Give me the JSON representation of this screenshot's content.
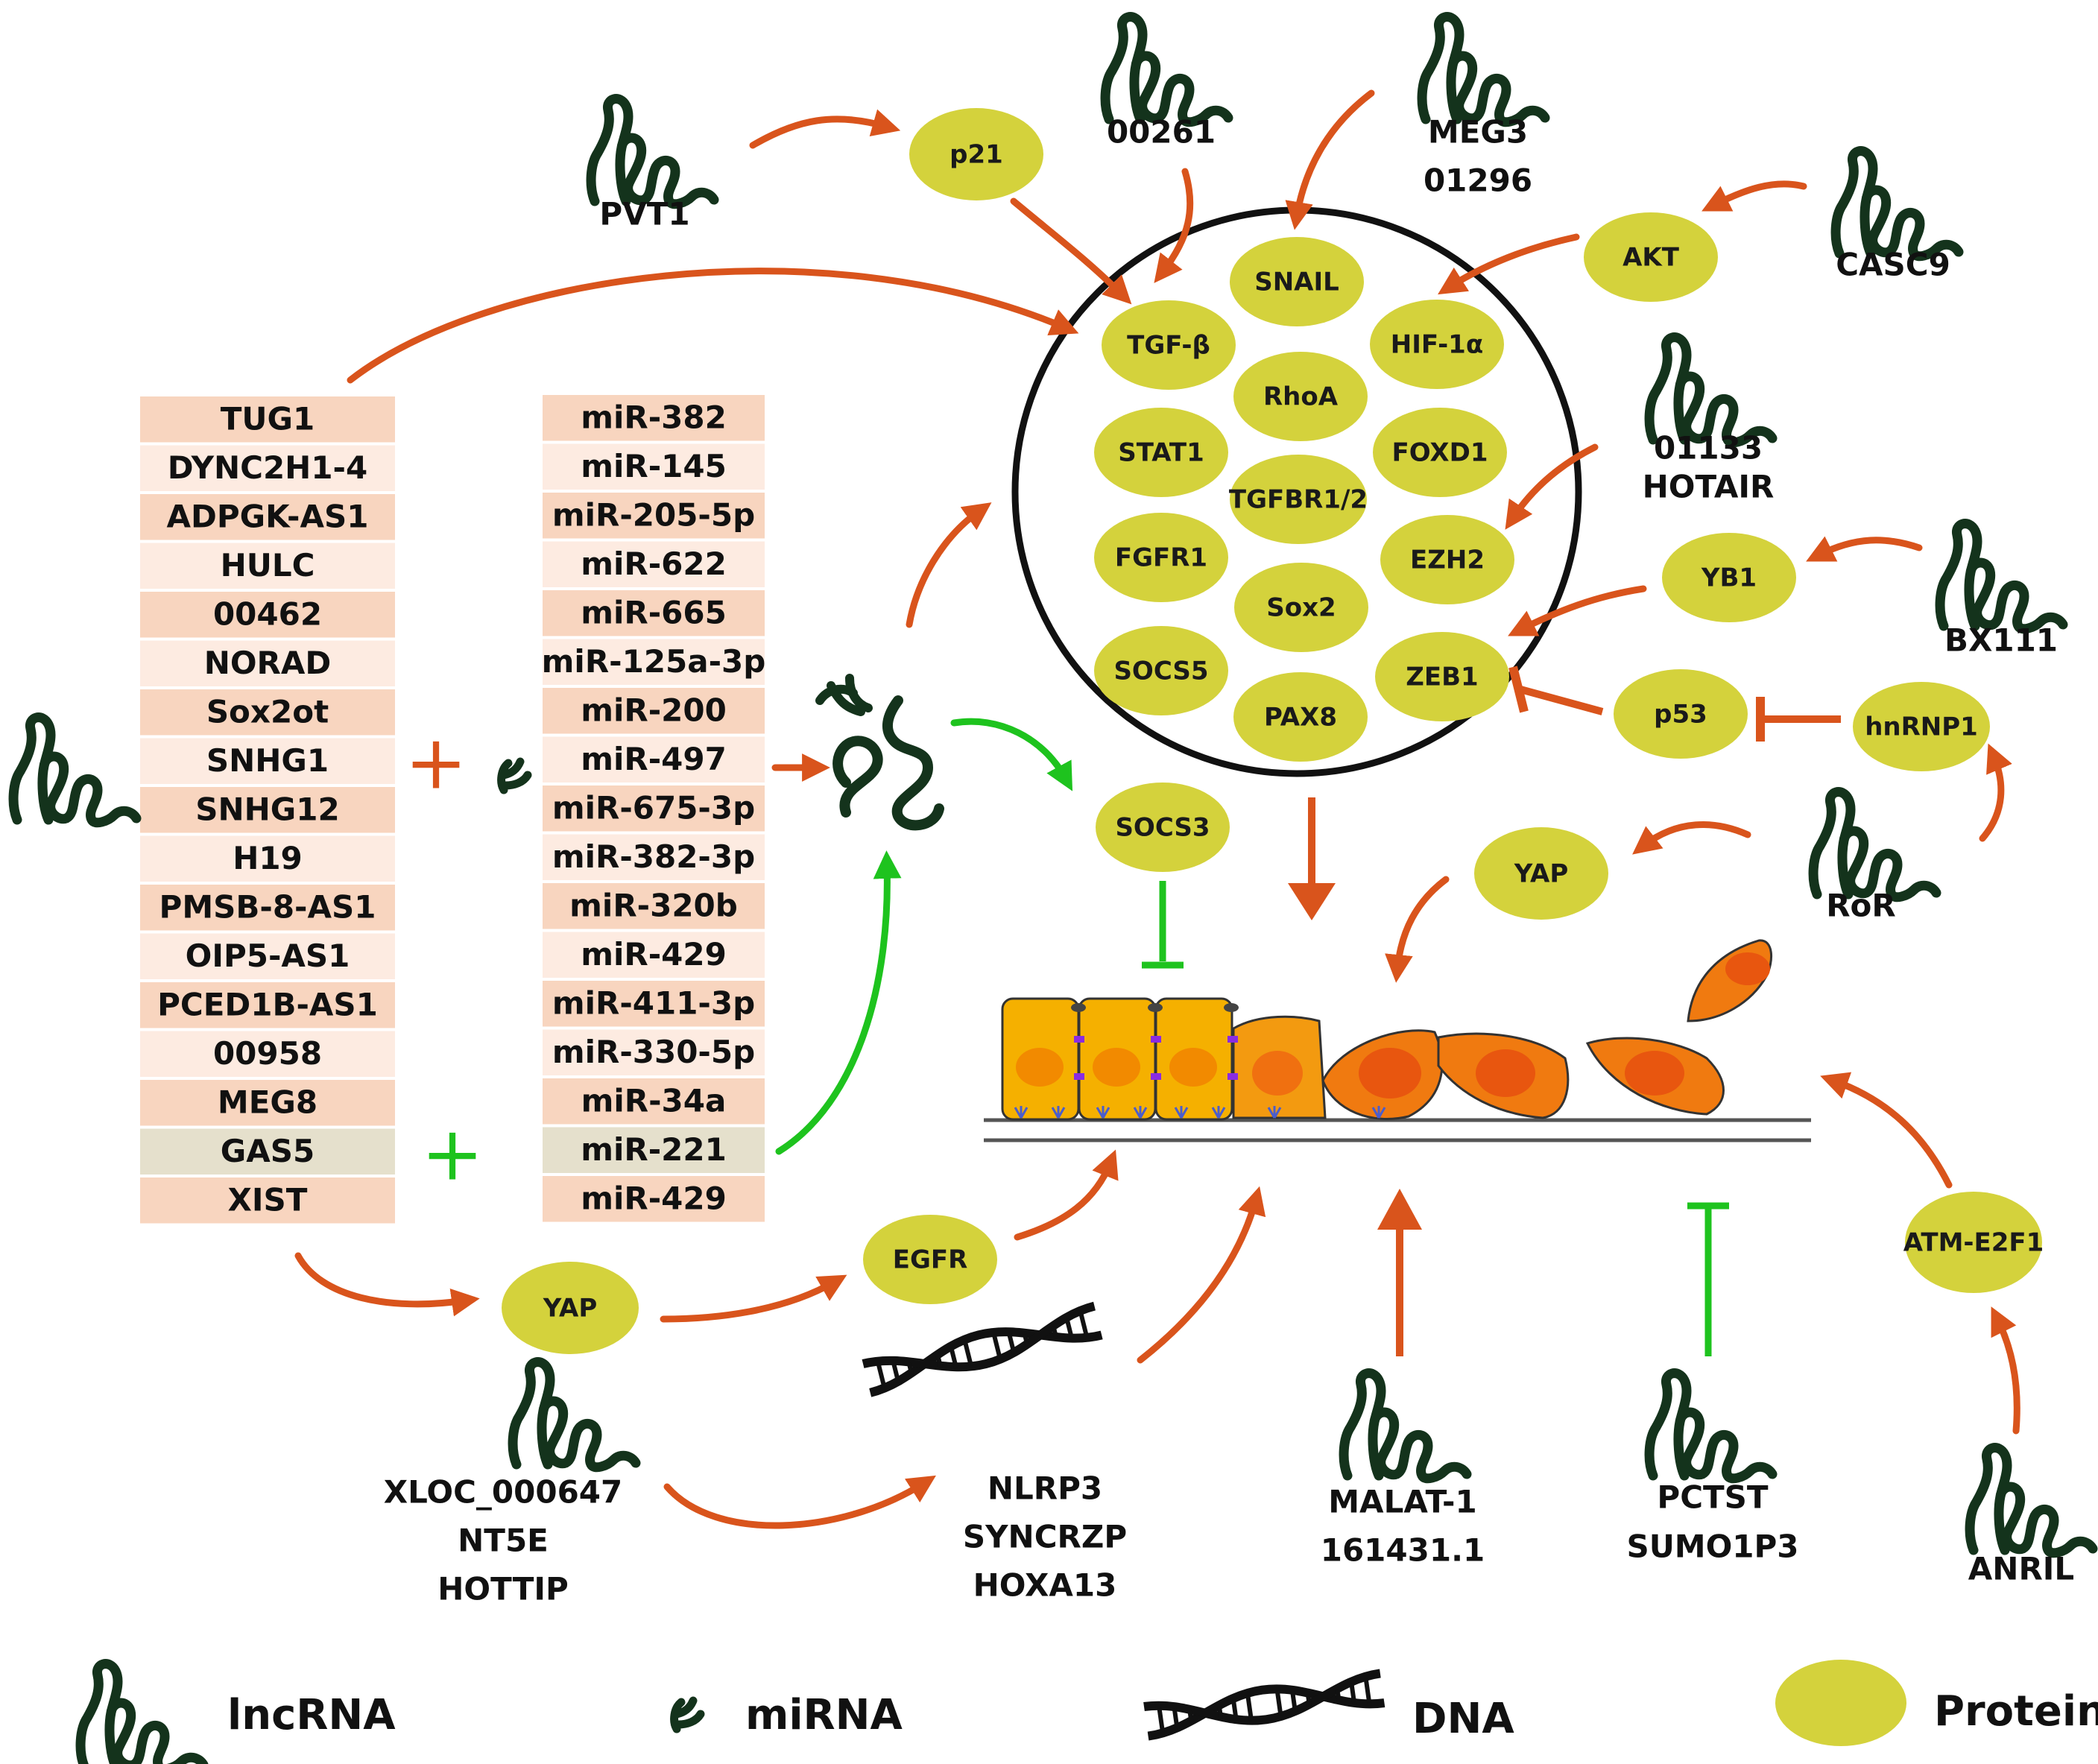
{
  "colors": {
    "protein": "#d4d23c",
    "activation": "#d9541c",
    "green": "#1ec31e",
    "lncrna_icon": "#14331c",
    "table_dark": "#f8d5bf",
    "table_light": "#fdebe1",
    "table_special": "#e5e0cc",
    "cell_yellow": "#f5b000",
    "cell_orange": "#f07a10"
  },
  "lncrna_table": [
    "TUG1",
    "DYNC2H1-4",
    "ADPGK-AS1",
    "HULC",
    "00462",
    "NORAD",
    "Sox2ot",
    "SNHG1",
    "SNHG12",
    "H19",
    "PMSB-8-AS1",
    "OIP5-AS1",
    "PCED1B-AS1",
    "00958",
    "MEG8",
    "GAS5",
    "XIST"
  ],
  "mirna_table": [
    "miR-382",
    "miR-145",
    "miR-205-5p",
    "miR-622",
    "miR-665",
    "miR-125a-3p",
    "miR-200",
    "miR-497",
    "miR-675-3p",
    "miR-382-3p",
    "miR-320b",
    "miR-429",
    "miR-411-3p",
    "miR-330-5p",
    "miR-34a",
    "miR-221",
    "miR-429"
  ],
  "symbols": {
    "plus": "+"
  },
  "circle_proteins": [
    "SNAIL",
    "TGF-β",
    "HIF-1α",
    "RhoA",
    "STAT1",
    "FOXD1",
    "TGFBR1/2",
    "FGFR1",
    "EZH2",
    "Sox2",
    "SOCS5",
    "ZEB1",
    "PAX8"
  ],
  "outer_proteins": {
    "p21": "p21",
    "akt": "AKT",
    "yb1": "YB1",
    "p53": "p53",
    "hnrnp1": "hnRNP1",
    "yap_right": "YAP",
    "socs3": "SOCS3",
    "atm": "ATM-E2F1",
    "egfr": "EGFR",
    "yap_left": "YAP"
  },
  "lncrna_labels": {
    "pvt1": [
      "PVT1"
    ],
    "top_00261": [
      "00261"
    ],
    "meg3": [
      "MEG3",
      "01296"
    ],
    "casc9": [
      "CASC9"
    ],
    "hotair": [
      "01133",
      "HOTAIR"
    ],
    "bx111": [
      "BX111"
    ],
    "ror": [
      "RoR"
    ],
    "xloc": [
      "XLOC_000647",
      "NT5E",
      "HOTTIP"
    ],
    "nlrp3": [
      "NLRP3",
      "SYNCRZP",
      "HOXA13"
    ],
    "malat": [
      "MALAT-1",
      "161431.1"
    ],
    "pctst": [
      "PCTST",
      "SUMO1P3"
    ],
    "anril": [
      "ANRIL"
    ]
  },
  "legend": {
    "lncrna": "lncRNA",
    "mirna": "miRNA",
    "dna": "DNA",
    "protein": "Protein"
  }
}
